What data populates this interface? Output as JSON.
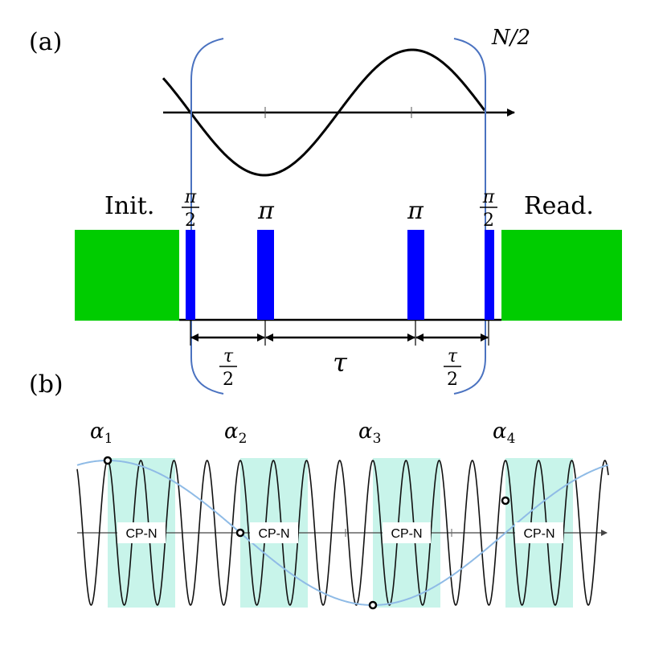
{
  "panel_a": {
    "label": "(a)",
    "repeat_label": "N/2",
    "init_label": "Init.",
    "read_label": "Read.",
    "pulse_labels": {
      "half_pi_num": "π",
      "half_pi_den": "2",
      "pi": "π"
    },
    "intervals": {
      "tau": "τ",
      "half_tau_num": "τ",
      "half_tau_den": "2"
    }
  },
  "panel_b": {
    "label": "(b)",
    "alpha_labels": [
      {
        "sym": "α",
        "sub": "1"
      },
      {
        "sym": "α",
        "sub": "2"
      },
      {
        "sym": "α",
        "sub": "3"
      },
      {
        "sym": "α",
        "sub": "4"
      }
    ],
    "block_label": "CP-N"
  },
  "colors": {
    "laser": "#00cc00",
    "pulse": "#0000ff",
    "bracket": "#4a72c0",
    "block": "#c8f4ea",
    "slow_wave": "#8fbbe6",
    "fast_wave": "#111111"
  }
}
